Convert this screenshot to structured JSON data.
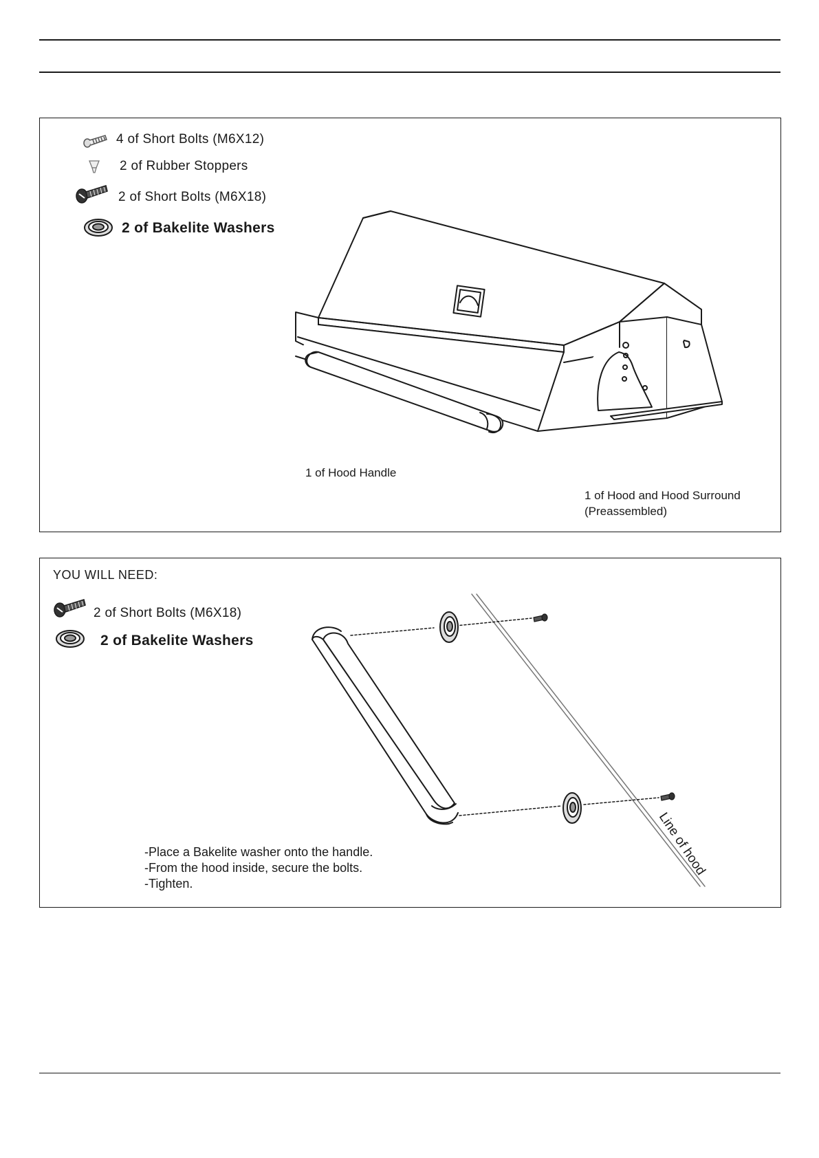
{
  "panel1": {
    "parts": [
      {
        "icon": "short-bolt-m6x12-icon",
        "label": "4 of Short Bolts (M6X12)"
      },
      {
        "icon": "rubber-stopper-icon",
        "label": "2 of Rubber Stoppers"
      },
      {
        "icon": "short-bolt-m6x18-icon",
        "label": "2 of Short Bolts (M6X18)"
      },
      {
        "icon": "bakelite-washer-icon",
        "label": "2  of Bakelite Washers"
      }
    ],
    "handle_label": "1 of Hood Handle",
    "hood_label_line1": "1 of Hood and Hood Surround",
    "hood_label_line2": "(Preassembled)"
  },
  "panel2": {
    "title": "YOU WILL NEED:",
    "parts": [
      {
        "icon": "short-bolt-m6x18-icon",
        "label": "2 of Short Bolts (M6X18)"
      },
      {
        "icon": "bakelite-washer-icon",
        "label": "2  of Bakelite Washers"
      }
    ],
    "instructions": [
      "-Place a Bakelite washer onto the handle.",
      "-From the hood inside, secure the bolts.",
      "-Tighten."
    ],
    "line_label": "Line of hood"
  }
}
